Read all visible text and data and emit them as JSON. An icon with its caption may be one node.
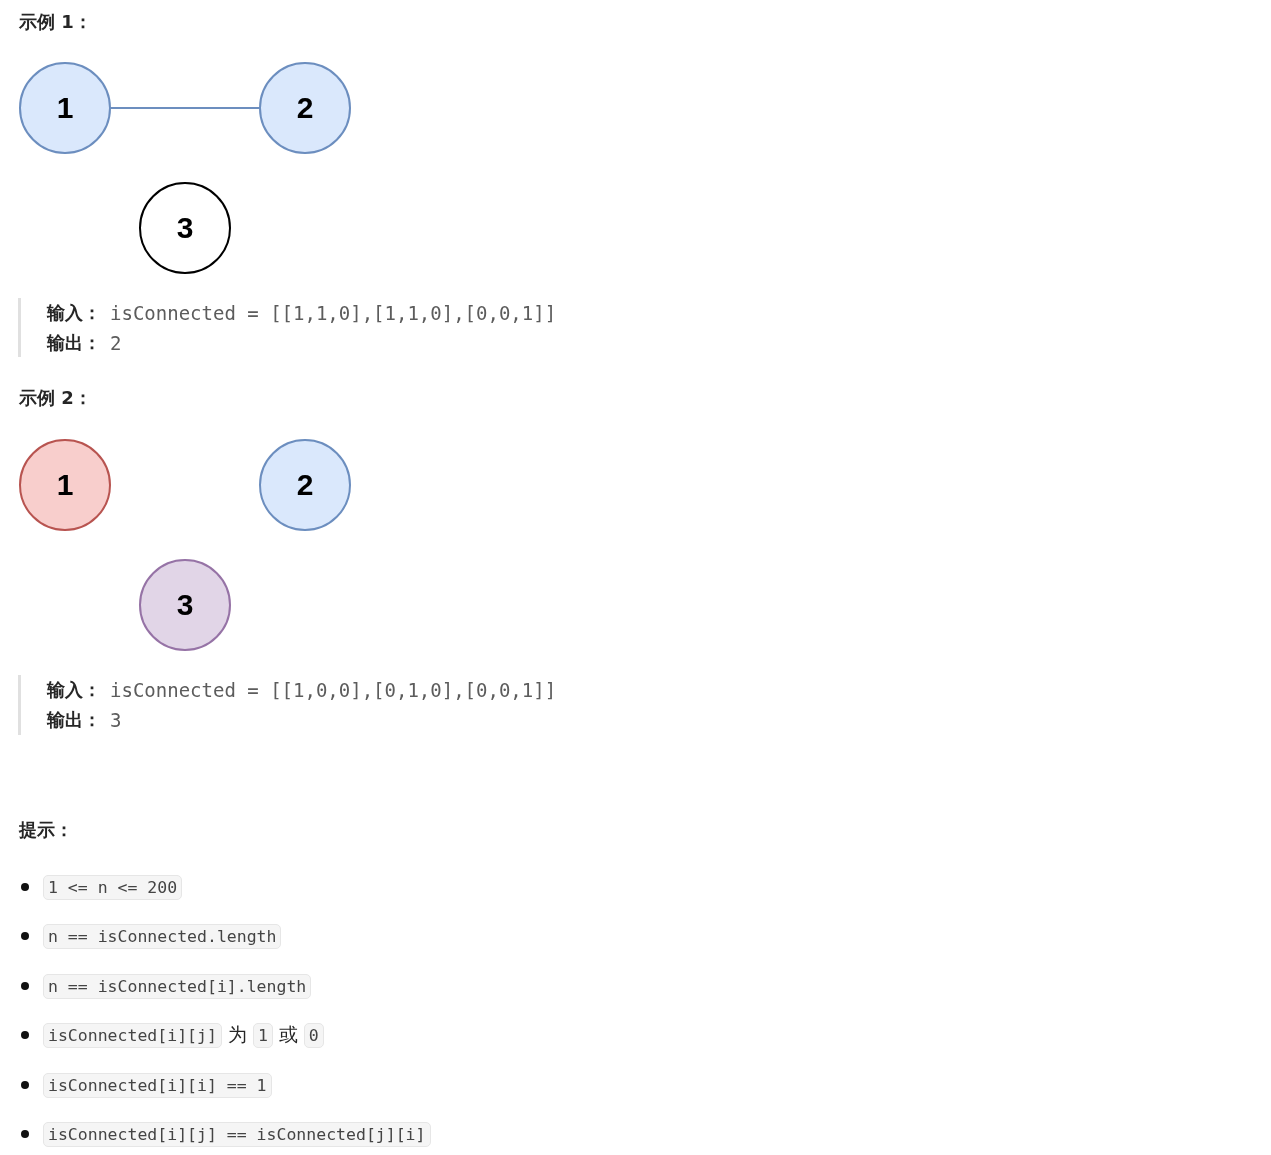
{
  "diagram": {
    "nodes": [
      {
        "text": [
          "1"
        ]
      },
      {
        "text": [
          "2"
        ]
      },
      {
        "text": [
          "3"
        ]
      },
      {
        "text": [
          "1"
        ]
      },
      {
        "text": [
          "2"
        ]
      },
      {
        "text": [
          "3"
        ]
      }
    ],
    "edges": [
      {
        "from": 0,
        "to": 1,
        "arrow": "none"
      }
    ],
    "labels": [
      "示例 1：",
      "输入：",
      "isConnected = [[1,1,0],[1,1,0],[0,0,1]]",
      "输出：",
      "2",
      "示例 2：",
      "输入：",
      "isConnected = [[1,0,0],[0,1,0],[0,0,1]]",
      "输出：",
      "3",
      "提示：",
      "1 <= n <= 200",
      "n == isConnected.length",
      "n == isConnected[i].length",
      "isConnected[i][j]",
      "为",
      "1",
      "或",
      "0",
      "isConnected[i][i] == 1",
      "isConnected[i][j] == isConnected[j][i]"
    ]
  }
}
